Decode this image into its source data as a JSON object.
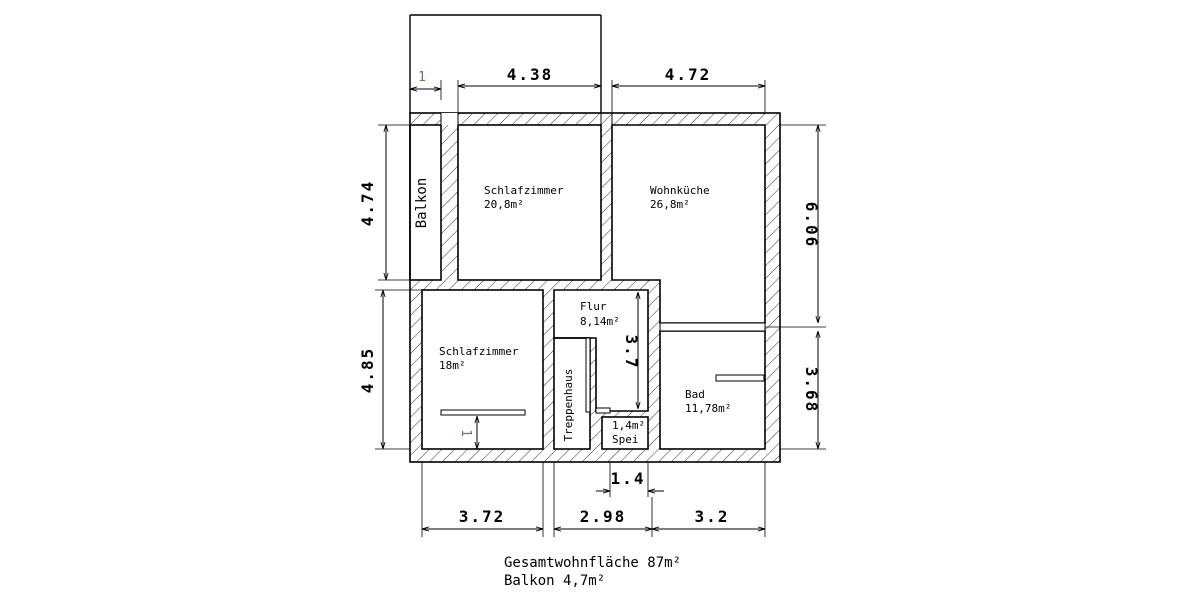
{
  "rooms": {
    "balkon": "Balkon",
    "schlafzimmer1": {
      "name": "Schlafzimmer",
      "area": "20,8m²"
    },
    "wohnkueche": {
      "name": "Wohnküche",
      "area": "26,8m²"
    },
    "flur": {
      "name": "Flur",
      "area": "8,14m²"
    },
    "schlafzimmer2": {
      "name": "Schlafzimmer",
      "area": "18m²"
    },
    "treppenhaus": "Treppenhaus",
    "spei": {
      "area": "1,4m²",
      "name": "Spei"
    },
    "bad": {
      "name": "Bad",
      "area": "11,78m²"
    }
  },
  "dimensions": {
    "top_left_small": "1",
    "top_a": "4.38",
    "top_b": "4.72",
    "left_upper": "4.74",
    "left_lower": "4.85",
    "right_upper": "6.06",
    "right_lower": "3.68",
    "inner_flur": "3.7",
    "bottom_small": "1.4",
    "bottom_a": "3.72",
    "bottom_b": "2.98",
    "bottom_c": "3.2",
    "window_mark": "1"
  },
  "summary": {
    "total_area": "Gesamtwohnfläche 87m²",
    "balcony_area": "Balkon 4,7m²"
  }
}
